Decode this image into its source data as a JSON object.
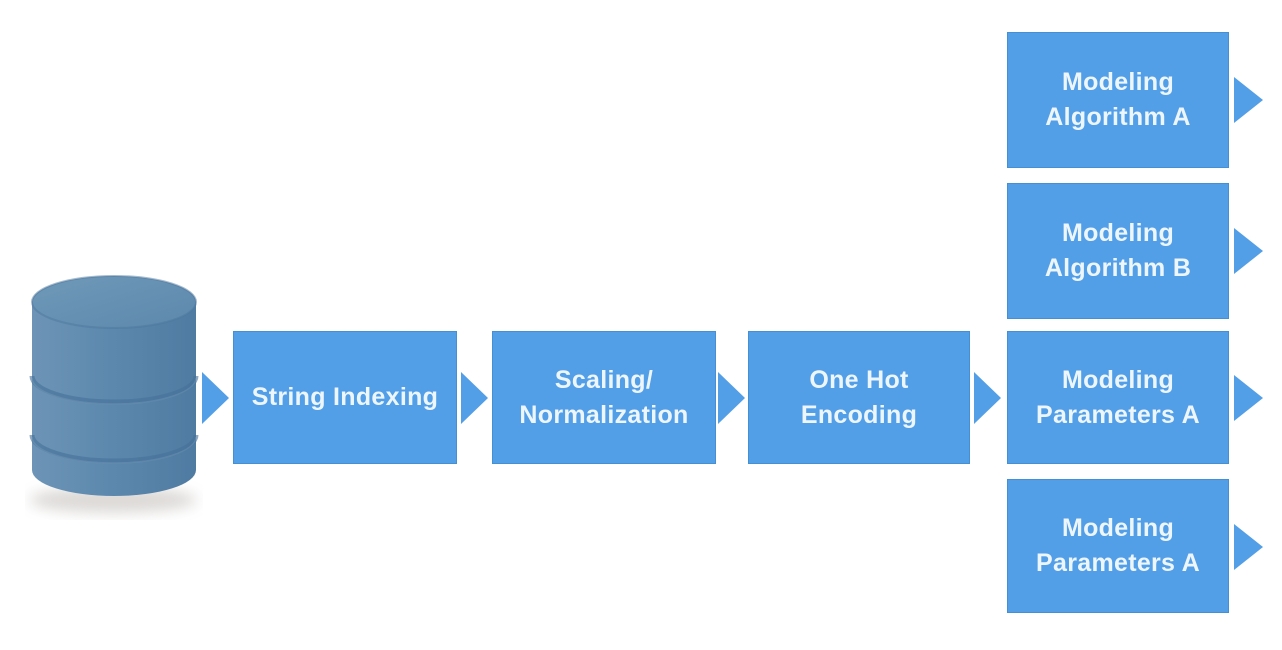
{
  "diagram": {
    "colors": {
      "background": "#ffffff",
      "box_fill": "#529fe7",
      "box_text": "#eef6fd",
      "arrow": "#529fe7",
      "database_body": "#5b87ae",
      "database_top": "#6e95b5"
    },
    "source": {
      "icon": "database-icon"
    },
    "pipeline": [
      {
        "label": "String Indexing"
      },
      {
        "label": "Scaling/\nNormalization"
      },
      {
        "label": "One Hot\nEncoding"
      }
    ],
    "outputs": [
      {
        "label": "Modeling\nAlgorithm A"
      },
      {
        "label": "Modeling\nAlgorithm B"
      },
      {
        "label": "Modeling\nParameters A"
      },
      {
        "label": "Modeling\nParameters A"
      }
    ]
  }
}
